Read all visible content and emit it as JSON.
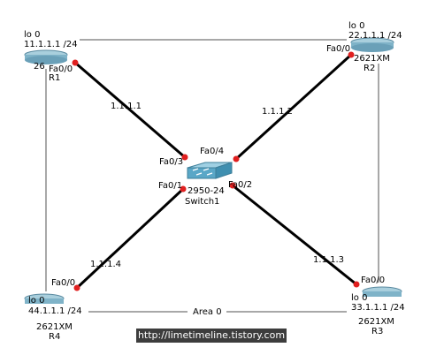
{
  "routers": [
    {
      "name": "R1",
      "model": "26",
      "loopback_label": "lo 0",
      "loopback_ip": "11.1.1.1 /24",
      "port": "Fa0/0"
    },
    {
      "name": "R2",
      "model": "2621XM",
      "loopback_label": "lo 0",
      "loopback_ip": "22.1.1.1 /24",
      "port": "Fa0/0"
    },
    {
      "name": "R3",
      "model": "2621XM",
      "loopback_label": "lo 0",
      "loopback_ip": "33.1.1.1 /24",
      "port": "Fa0/0"
    },
    {
      "name": "R4",
      "model": "2621XM",
      "loopback_label": "lo 0",
      "loopback_ip": "44.1.1.1 /24",
      "port": "Fa0/0"
    }
  ],
  "switch": {
    "name": "Switch1",
    "model": "2950-24",
    "ports": {
      "r1": "Fa0/3",
      "r2": "Fa0/4",
      "r3": "Fa0/2",
      "r4": "Fa0/1"
    }
  },
  "links": {
    "r1": "1.1.1.1",
    "r2": "1.1.1.2",
    "r3": "1.1.1.3",
    "r4": "1.1.1.4"
  },
  "area_label": "Area 0",
  "watermark": "http://limetimeline.tistory.com",
  "colors": {
    "link": "#000000",
    "port_dot": "#e02020",
    "area_line": "#8c8c8c",
    "router": "#7fb3c8",
    "switch": "#5aa7c7"
  }
}
